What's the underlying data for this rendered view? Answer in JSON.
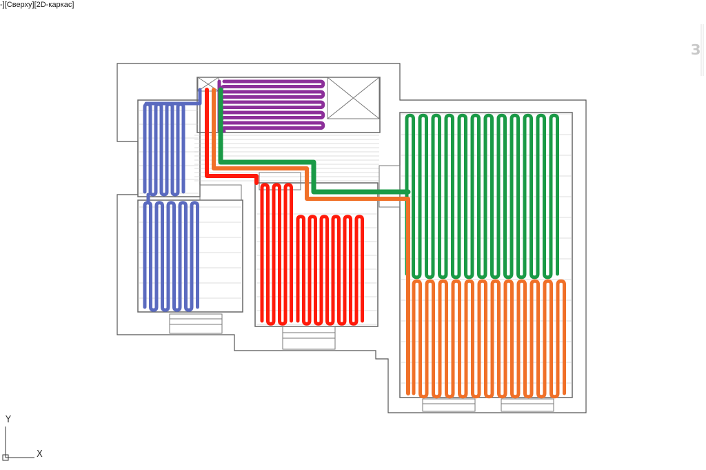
{
  "viewport": {
    "label": "-][Сверху][2D-каркас]"
  },
  "viewcube": {
    "label": "З"
  },
  "ucs": {
    "x_label": "X",
    "y_label": "Y"
  },
  "colors": {
    "background": "#ffffff",
    "walls": "#555555",
    "furniture": "#7a7a7a",
    "loop_blue": "#5a6abf",
    "loop_purple": "#8c2f9a",
    "loop_red": "#ff1a0a",
    "loop_green": "#1a9a46",
    "loop_orange": "#f07028"
  },
  "loops": [
    {
      "name": "loop-blue"
    },
    {
      "name": "loop-purple"
    },
    {
      "name": "loop-red"
    },
    {
      "name": "loop-green"
    },
    {
      "name": "loop-orange"
    }
  ]
}
